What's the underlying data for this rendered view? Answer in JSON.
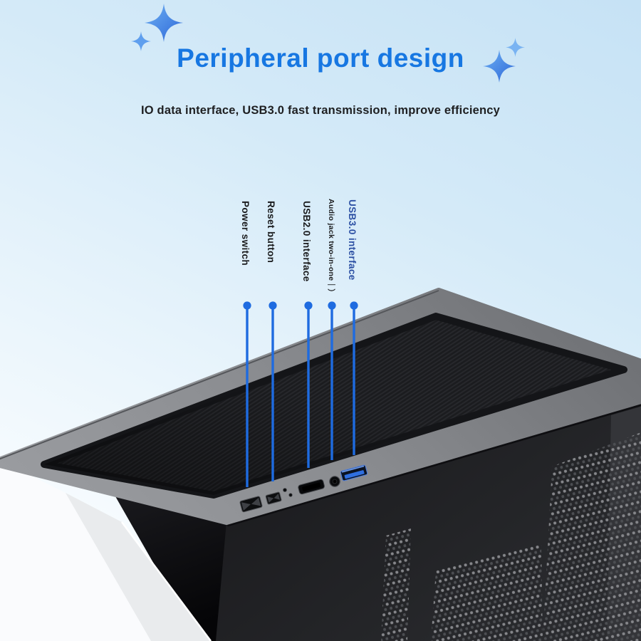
{
  "page": {
    "title": "Peripheral port design",
    "subtitle": "IO data interface, USB3.0 fast transmission, improve efficiency"
  },
  "callouts": [
    {
      "label": "Power switch",
      "port": "power-switch",
      "color": "#1a1b1d"
    },
    {
      "label": "Reset button",
      "port": "reset-button",
      "color": "#1a1b1d"
    },
    {
      "label": "USB2.0 interface",
      "port": "usb2-port",
      "color": "#1a1b1d"
    },
    {
      "label": "Audio jack two-in-one｜）",
      "port": "audio-jack",
      "color": "#1a1b1d"
    },
    {
      "label": "USB3.0 interface",
      "port": "usb3-port",
      "color": "#2b4fa3"
    }
  ],
  "colors": {
    "title_blue": "#1777e2",
    "callout_line_blue": "#1e6be0",
    "usb3_label_blue": "#2b4fa3",
    "usb3_port_blue": "#2f6fe0",
    "background_top": "#c6e2f5",
    "background_bottom": "#fcfeff"
  },
  "decor": [
    "sparkle-icon-top-left-large",
    "sparkle-icon-top-left-small",
    "sparkle-icon-right-large",
    "sparkle-icon-right-small"
  ]
}
